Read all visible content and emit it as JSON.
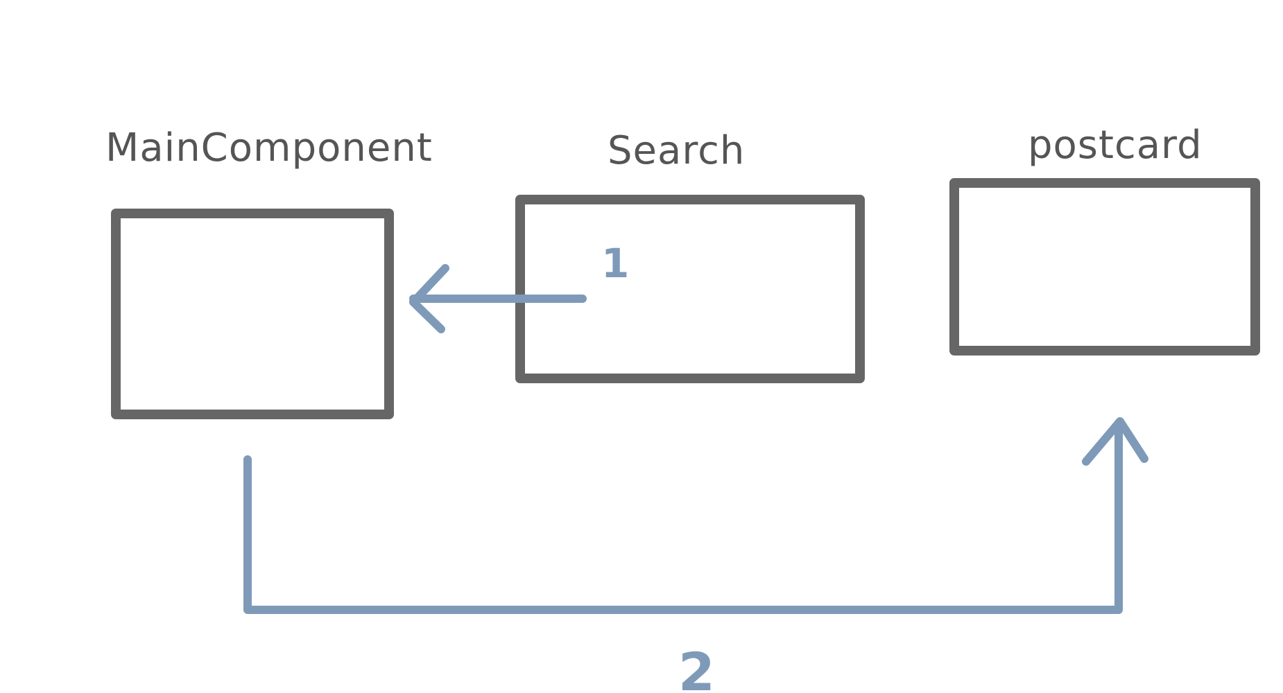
{
  "colors": {
    "box_stroke": "#666666",
    "label_text": "#555555",
    "arrow": "#7e9ab8",
    "background": "#ffffff"
  },
  "nodes": {
    "main": {
      "label": "MainComponent"
    },
    "search": {
      "label": "Search"
    },
    "postcard": {
      "label": "postcard"
    }
  },
  "edges": {
    "step1": {
      "label": "1",
      "from": "Search",
      "to": "MainComponent"
    },
    "step2": {
      "label": "2",
      "from": "MainComponent",
      "to": "postcard"
    }
  }
}
